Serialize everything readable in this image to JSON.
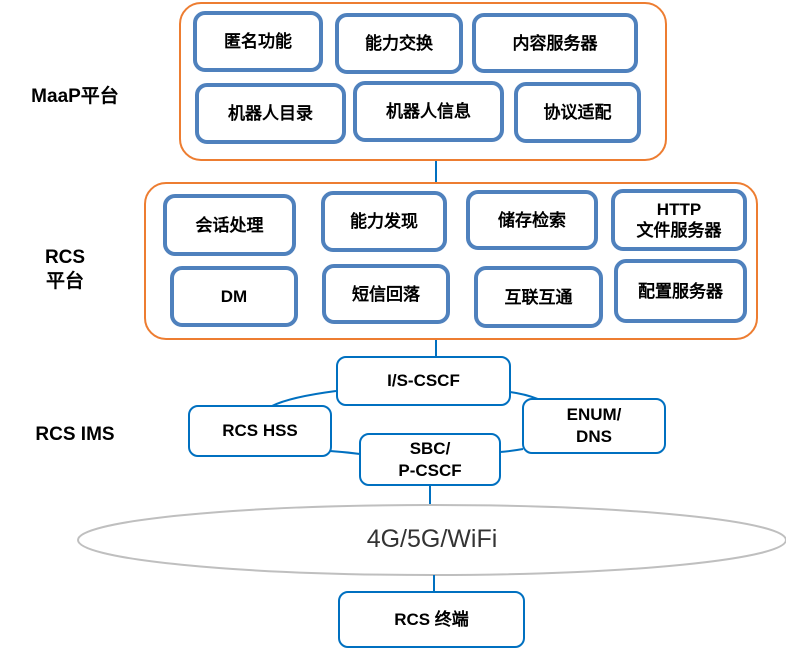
{
  "colors": {
    "platform_border": "#ED7D31",
    "function_box_border": "#4F81BD",
    "network_box_border": "#0070C0",
    "network_ellipse": "#BFBFBF"
  },
  "layers": {
    "maap": "MaaP平台",
    "rcs_platform": "RCS\n平台",
    "rcs_ims": "RCS IMS"
  },
  "maap_platform": {
    "row1": [
      "匿名功能",
      "能力交换",
      "内容服务器"
    ],
    "row2": [
      "机器人目录",
      "机器人信息",
      "协议适配"
    ]
  },
  "rcs_platform": {
    "row1": [
      "会话处理",
      "能力发现",
      "储存检索",
      "HTTP\n文件服务器"
    ],
    "row2": [
      "DM",
      "短信回落",
      "互联互通",
      "配置服务器"
    ]
  },
  "rcs_ims": {
    "i_s_cscf": "I/S-CSCF",
    "hss": "RCS HSS",
    "enum_dns": "ENUM/\nDNS",
    "sbc_pcscf": "SBC/\nP-CSCF"
  },
  "access_network": "4G/5G/WiFi",
  "terminal": "RCS 终端"
}
